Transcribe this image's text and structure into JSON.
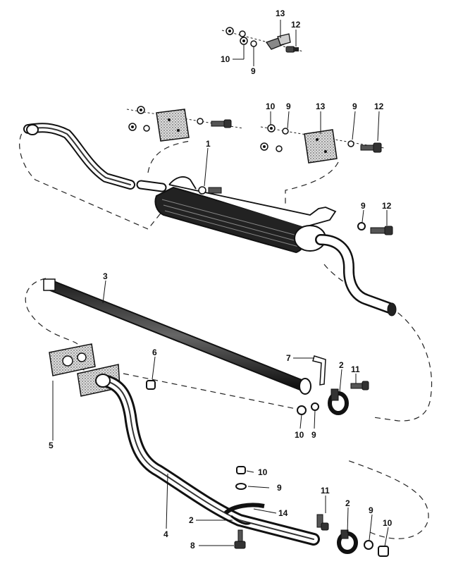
{
  "callouts": [
    {
      "id": "c13a",
      "text": "13"
    },
    {
      "id": "c12a",
      "text": "12"
    },
    {
      "id": "c10a",
      "text": "10"
    },
    {
      "id": "c9a",
      "text": "9"
    },
    {
      "id": "c10b",
      "text": "10"
    },
    {
      "id": "c9b",
      "text": "9"
    },
    {
      "id": "c13b",
      "text": "13"
    },
    {
      "id": "c9c",
      "text": "9"
    },
    {
      "id": "c12b",
      "text": "12"
    },
    {
      "id": "c1",
      "text": "1"
    },
    {
      "id": "c9d",
      "text": "9"
    },
    {
      "id": "c12c",
      "text": "12"
    },
    {
      "id": "c3",
      "text": "3"
    },
    {
      "id": "c6",
      "text": "6"
    },
    {
      "id": "c7",
      "text": "7"
    },
    {
      "id": "c2a",
      "text": "2"
    },
    {
      "id": "c11a",
      "text": "11"
    },
    {
      "id": "c5",
      "text": "5"
    },
    {
      "id": "c10c",
      "text": "10"
    },
    {
      "id": "c9e",
      "text": "9"
    },
    {
      "id": "c10d",
      "text": "10"
    },
    {
      "id": "c9f",
      "text": "9"
    },
    {
      "id": "c14",
      "text": "14"
    },
    {
      "id": "c2b",
      "text": "2"
    },
    {
      "id": "c4",
      "text": "4"
    },
    {
      "id": "c11b",
      "text": "11"
    },
    {
      "id": "c2c",
      "text": "2"
    },
    {
      "id": "c9g",
      "text": "9"
    },
    {
      "id": "c10e",
      "text": "10"
    },
    {
      "id": "c8",
      "text": "8"
    }
  ]
}
